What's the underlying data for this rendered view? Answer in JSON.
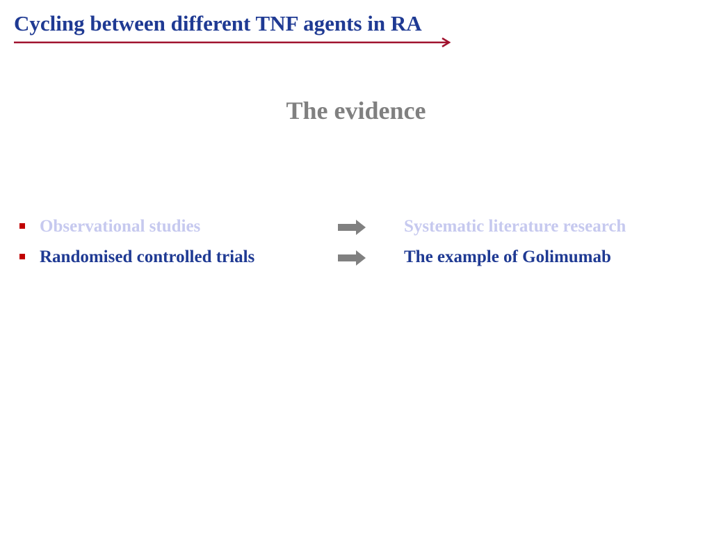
{
  "header": {
    "title": "Cycling between different TNF agents in RA",
    "title_color": "#1f3a93",
    "accent_line_color": "#a0122e"
  },
  "subtitle": {
    "text": "The evidence",
    "color": "#808080"
  },
  "items": [
    {
      "left": "Observational studies",
      "right": "Systematic literature research",
      "state": "dimmed",
      "text_color": "#c6c9ef"
    },
    {
      "left": "Randomised controlled trials",
      "right": "The example of Golimumab",
      "state": "active",
      "text_color": "#1f3a93"
    }
  ],
  "bullet_color": "#c00000",
  "arrow_icon": "right-arrow-icon",
  "arrow_color": "#808080"
}
